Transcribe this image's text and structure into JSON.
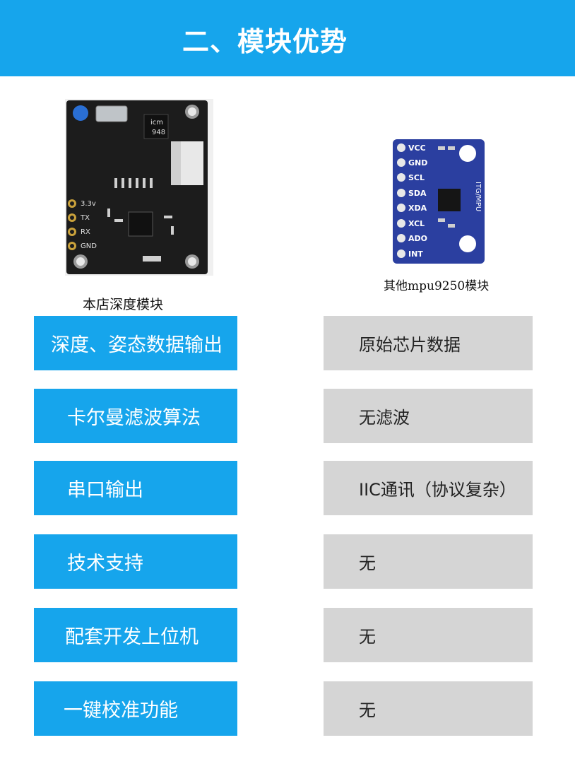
{
  "header": {
    "title": "二、模块优势"
  },
  "left_module": {
    "chip_label_1": "icm",
    "chip_label_2": "948",
    "pins": [
      "3.3v",
      "TX",
      "RX",
      "GND"
    ],
    "caption": "本店深度模块"
  },
  "right_module": {
    "pins": [
      "VCC",
      "GND",
      "SCL",
      "SDA",
      "XDA",
      "XCL",
      "ADO",
      "INT"
    ],
    "board_text": "ITG/MPU",
    "caption": "其他mpu9250模块"
  },
  "comparison": [
    {
      "ours": "深度、姿态数据输出",
      "theirs": "原始芯片数据"
    },
    {
      "ours": "卡尔曼滤波算法",
      "theirs": "无滤波"
    },
    {
      "ours": "串口输出",
      "theirs": "IIC通讯（协议复杂）"
    },
    {
      "ours": "技术支持",
      "theirs": "无"
    },
    {
      "ours": "配套开发上位机",
      "theirs": "无"
    },
    {
      "ours": "一键校准功能",
      "theirs": "无"
    }
  ],
  "colors": {
    "accent": "#16a5ec",
    "gray": "#d5d5d5"
  }
}
